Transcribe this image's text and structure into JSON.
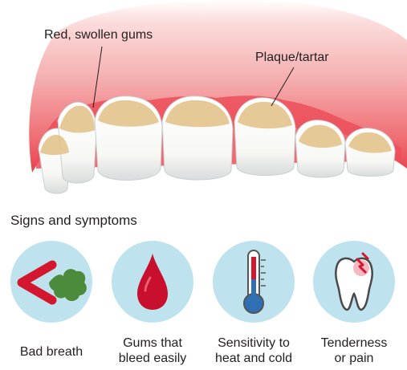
{
  "callouts": {
    "gums": "Red, swollen gums",
    "plaque": "Plaque/tartar"
  },
  "section_title": "Signs and symptoms",
  "symptoms": [
    {
      "line1": "Bad breath",
      "line2": "",
      "icon": "bad-breath-icon"
    },
    {
      "line1": "Gums that",
      "line2": "bleed easily",
      "icon": "blood-drop-icon"
    },
    {
      "line1": "Sensitivity to",
      "line2": "heat and cold",
      "icon": "thermometer-icon"
    },
    {
      "line1": "Tenderness",
      "line2": "or pain",
      "icon": "painful-tooth-icon"
    }
  ],
  "colors": {
    "gum": "#ee5a63",
    "gum_light": "#f6b2b3",
    "tooth": "#fbfbf8",
    "plaque": "#e3c48d",
    "icon_circle": "#bfe3ee",
    "red": "#d3172e",
    "green": "#4c8a3c",
    "mercury_blue": "#2f6fb4"
  }
}
